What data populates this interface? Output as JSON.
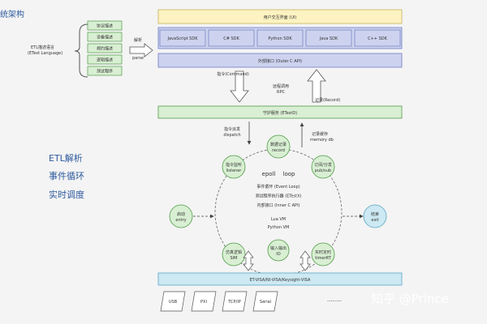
{
  "title": "统架构",
  "etl_group": {
    "label_line1": "ETL描述语言",
    "label_line2": "(ETest Language)",
    "items": [
      "协议描述",
      "设备描述",
      "规约描述",
      "逻辑描述",
      "测试程序"
    ]
  },
  "parse": {
    "top": "解析",
    "bottom": "parse"
  },
  "ui_layer": "用户交互界面 (UI)",
  "sdks": [
    "JavaScript SDK",
    "C# SDK",
    "Python SDK",
    "Java SDK",
    "C++ SDK"
  ],
  "outer_api": "外部接口 (Outer C API)",
  "command_label": "指令(Command)",
  "rpc_label": {
    "line1": "远程调用",
    "line2": "RPC"
  },
  "record_label_top": "记录(Record)",
  "guard": "守护服务 (ETestD)",
  "dispatch_label": {
    "line1": "指令派发",
    "line2": "dispatch"
  },
  "record_label_bottom": {
    "line1": "记录缓存",
    "line2": "memory db"
  },
  "left_text": [
    "ETL解析",
    "事件循环",
    "实时调度"
  ],
  "center": {
    "epoll": "epoll",
    "loop": "loop",
    "lines": [
      "事件循环 (Event Loop)",
      "测试程序执行器 (ETestX)",
      "内部接口 (Inner C API)"
    ],
    "vms": [
      "Lua VM",
      "Python VM"
    ]
  },
  "nodes": {
    "record": [
      "数据记录",
      "record"
    ],
    "listener": [
      "指令监听",
      "listener"
    ],
    "pubsub": [
      "订阅/分发",
      "pub/sub"
    ],
    "sim": [
      "仿真逻辑",
      "SIM"
    ],
    "timer": [
      "实时定时",
      "timerRT"
    ],
    "io": [
      "输入输出",
      "IO"
    ],
    "entry": [
      "启动",
      "entry"
    ],
    "exit": [
      "结束",
      "exit"
    ]
  },
  "bus": "ET-VISA/NI-VISA/Keysight-VISA",
  "interfaces": [
    "USB",
    "PXI",
    "TCP/IP",
    "Serial"
  ],
  "ellipsis": "........",
  "watermark": "知乎 @Prince",
  "colors": {
    "accent_fill": "#fdf3c2",
    "accent_border": "#c9b25a",
    "lane_fill": "#cdd3ef",
    "lane_border": "#6e7cc1",
    "green_fill": "#d9efd3",
    "green_border": "#4e9a46",
    "blue_fill": "#cde9f3",
    "blue_border": "#5aa7c5"
  }
}
